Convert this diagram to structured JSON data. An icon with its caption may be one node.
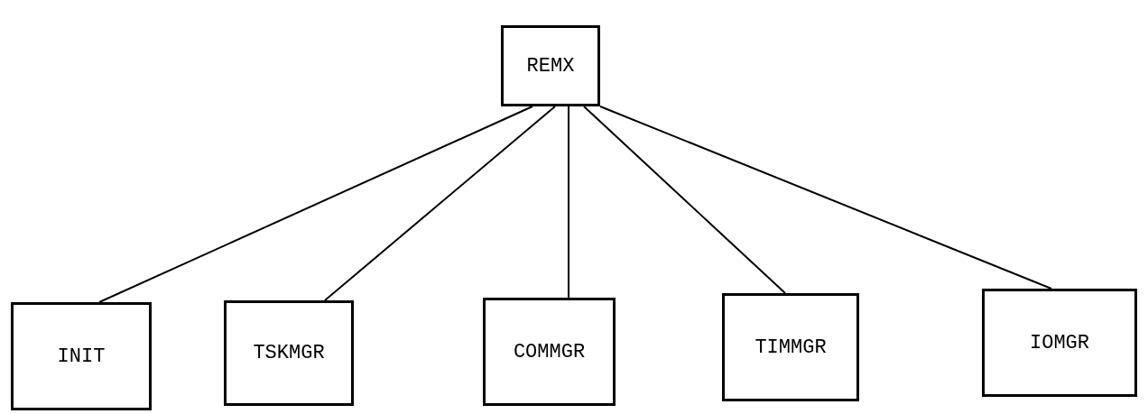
{
  "diagram": {
    "nodes": [
      {
        "text": [
          "REMX"
        ]
      },
      {
        "text": [
          "INIT"
        ]
      },
      {
        "text": [
          "TSKMGR"
        ]
      },
      {
        "text": [
          "COMMGR"
        ]
      },
      {
        "text": [
          "TIMMGR"
        ]
      },
      {
        "text": [
          "IOMGR"
        ]
      }
    ],
    "edges": [
      {
        "from": 0,
        "to": 1,
        "arrow": "none"
      },
      {
        "from": 0,
        "to": 2,
        "arrow": "none"
      },
      {
        "from": 0,
        "to": 3,
        "arrow": "none"
      },
      {
        "from": 0,
        "to": 4,
        "arrow": "none"
      },
      {
        "from": 0,
        "to": 5,
        "arrow": "none"
      }
    ]
  }
}
